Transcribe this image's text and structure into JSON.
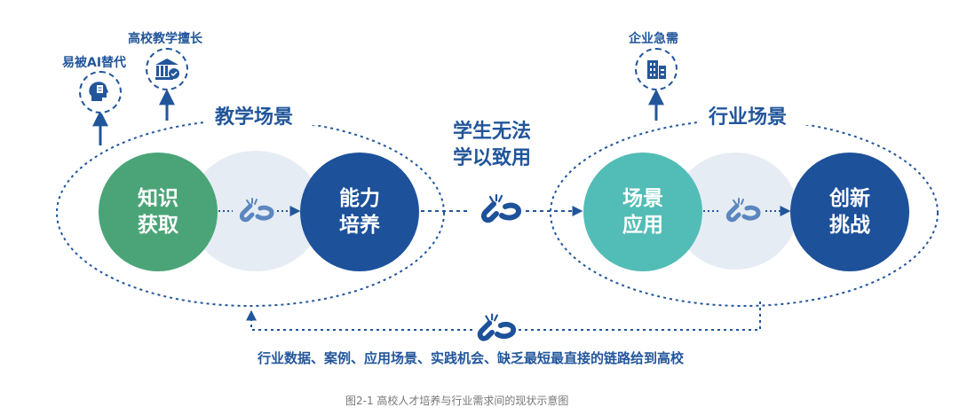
{
  "teaching": {
    "title": "教学场景",
    "circle1_line1": "知识",
    "circle1_line2": "获取",
    "circle2_line1": "能力",
    "circle2_line2": "培养",
    "icon1_label": "易被AI替代",
    "icon2_label": "高校教学擅长"
  },
  "industry": {
    "title": "行业场景",
    "circle1_line1": "场景",
    "circle1_line2": "应用",
    "circle2_line1": "创新",
    "circle2_line2": "挑战",
    "icon_label": "企业急需"
  },
  "middle": {
    "line1": "学生无法",
    "line2": "学以致用"
  },
  "bottom_text": "行业数据、案例、应用场景、实践机会、缺乏最短最直接的链路给到高校",
  "caption": "图2-1 高校人才培养与行业需求间的现状示意图",
  "colors": {
    "dark_blue": "#22569b",
    "circle_navy": "#1d519a",
    "circle_green": "#4aa477",
    "circle_teal": "#52bdb6",
    "pale": "#e6ecf4"
  }
}
